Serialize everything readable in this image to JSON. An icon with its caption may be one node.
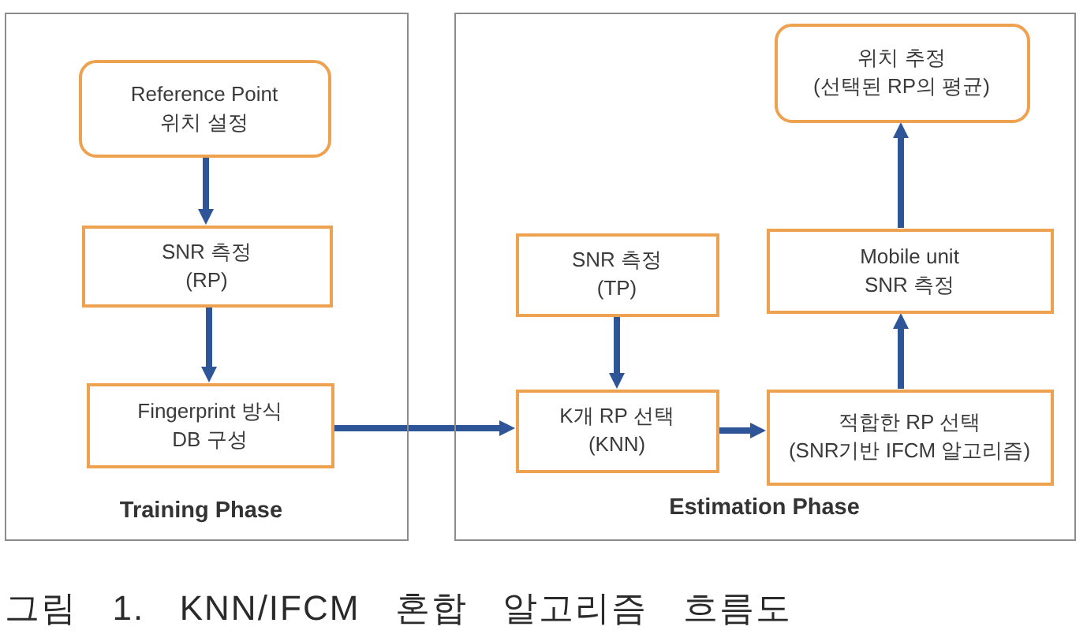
{
  "diagram": {
    "caption": "그림 1. KNN/IFCM 혼합 알고리즘 흐름도",
    "nodes": [
      {
        "text": [
          "Training Phase"
        ]
      },
      {
        "text": [
          "Reference Point 위치 설정"
        ],
        "in": 0
      },
      {
        "text": [
          "SNR 측정",
          "(RP)"
        ],
        "in": 0
      },
      {
        "text": [
          "Fingerprint 방식 DB 구성"
        ],
        "in": 0
      },
      {
        "text": [
          "Estimation Phase"
        ]
      },
      {
        "text": [
          "SNR 측정",
          "(TP)"
        ],
        "in": 4
      },
      {
        "text": [
          "K개 RP 선택",
          "(KNN)"
        ],
        "in": 4
      },
      {
        "text": [
          "적합한 RP 선택",
          "(SNR기반 IFCM 알고리즘)"
        ],
        "in": 4
      },
      {
        "text": [
          "Mobile unit SNR 측정"
        ],
        "in": 4
      },
      {
        "text": [
          "위치 추정",
          "(선택된 RP의 평균)"
        ],
        "in": 4
      }
    ],
    "edges": [
      {
        "from": 1,
        "to": 2,
        "arrow": "to"
      },
      {
        "from": 2,
        "to": 3,
        "arrow": "to"
      },
      {
        "from": 3,
        "to": 6,
        "arrow": "to"
      },
      {
        "from": 5,
        "to": 6,
        "arrow": "to"
      },
      {
        "from": 6,
        "to": 7,
        "arrow": "to"
      },
      {
        "from": 7,
        "to": 8,
        "arrow": "to"
      },
      {
        "from": 8,
        "to": 9,
        "arrow": "to"
      }
    ]
  }
}
